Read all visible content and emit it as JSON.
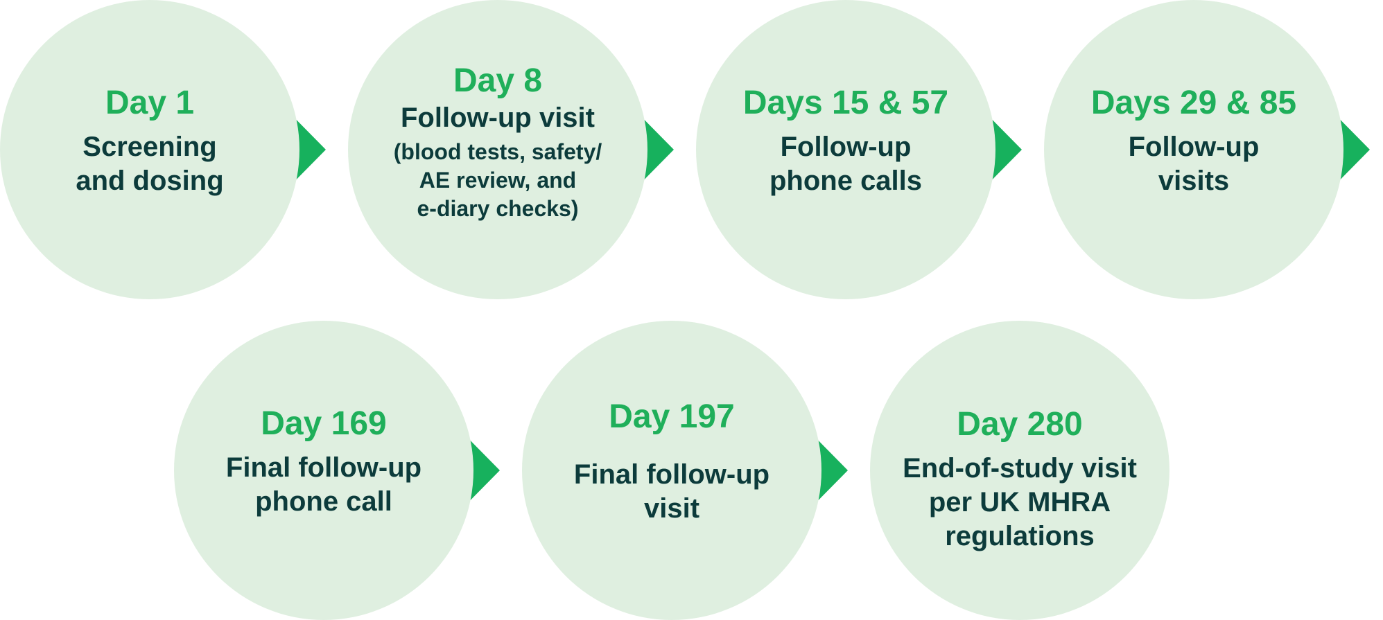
{
  "diagram": {
    "steps": [
      {
        "day": "Day 1",
        "desc": "Screening\nand dosing",
        "detail": ""
      },
      {
        "day": "Day 8",
        "desc": "Follow-up visit",
        "detail": "(blood tests, safety/\nAE review, and\ne-diary checks)"
      },
      {
        "day": "Days 15 & 57",
        "desc": "Follow-up\nphone calls",
        "detail": ""
      },
      {
        "day": "Days 29 & 85",
        "desc": "Follow-up\nvisits",
        "detail": ""
      },
      {
        "day": "Day 169",
        "desc": "Final follow-up\nphone call",
        "detail": ""
      },
      {
        "day": "Day 197",
        "desc": "Final follow-up\nvisit",
        "detail": ""
      },
      {
        "day": "Day 280",
        "desc": "End-of-study visit\nper UK MHRA\nregulations",
        "detail": ""
      }
    ],
    "colors": {
      "circle_fill": "#dfefe0",
      "arrow": "#17b15d",
      "day_text": "#1faf5a",
      "body_text": "#0c3b3b"
    }
  }
}
